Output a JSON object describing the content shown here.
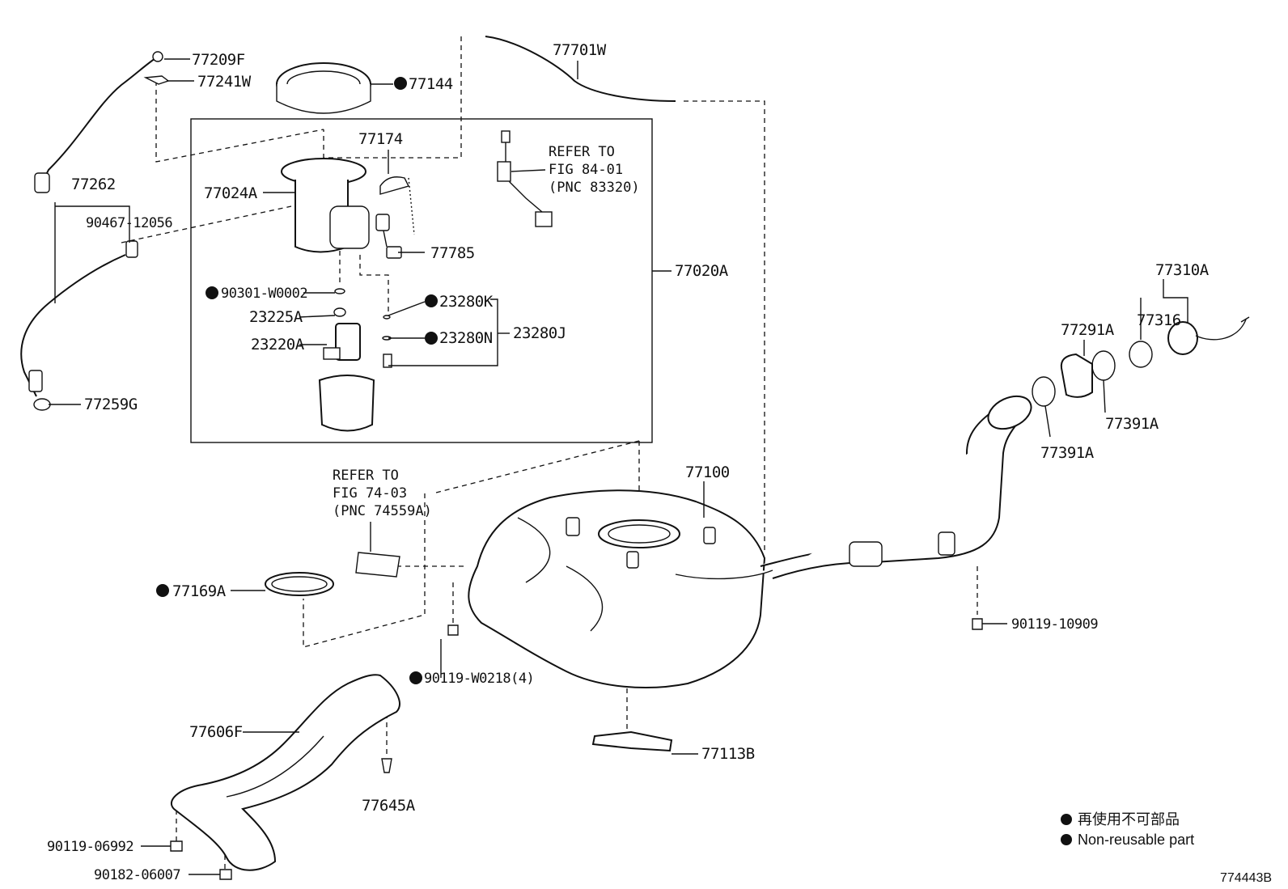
{
  "labels": {
    "p77209F": "77209F",
    "p77241W": "77241W",
    "p77144": "77144",
    "p77701W": "77701W",
    "p77174": "77174",
    "p77024A": "77024A",
    "p77262": "77262",
    "p90467_12056": "90467-12056",
    "p77785": "77785",
    "p77020A": "77020A",
    "p90301_W0002": "90301-W0002",
    "p23280K": "23280K",
    "p23225A": "23225A",
    "p23220A": "23220A",
    "p23280N": "23280N",
    "p23280J": "23280J",
    "p77259G": "77259G",
    "p77310A": "77310A",
    "p77291A": "77291A",
    "p77316": "77316",
    "p77391A_a": "77391A",
    "p77391A_b": "77391A",
    "p77100": "77100",
    "p77169A": "77169A",
    "p90119_10909": "90119-10909",
    "p90119_W0218": "90119-W0218(4)",
    "p77606F": "77606F",
    "p77113B": "77113B",
    "p77645A": "77645A",
    "p90119_06992": "90119-06992",
    "p90182_06007": "90182-06007"
  },
  "refer_pump": {
    "l1": "REFER TO",
    "l2": "FIG 84-01",
    "l3": "(PNC 83320)"
  },
  "refer_tank": {
    "l1": "REFER TO",
    "l2": "FIG 74-03",
    "l3": "(PNC 74559A)"
  },
  "legend": {
    "jp": "再使用不可部品",
    "en": "Non-reusable part"
  },
  "illustration_code": "774443B"
}
